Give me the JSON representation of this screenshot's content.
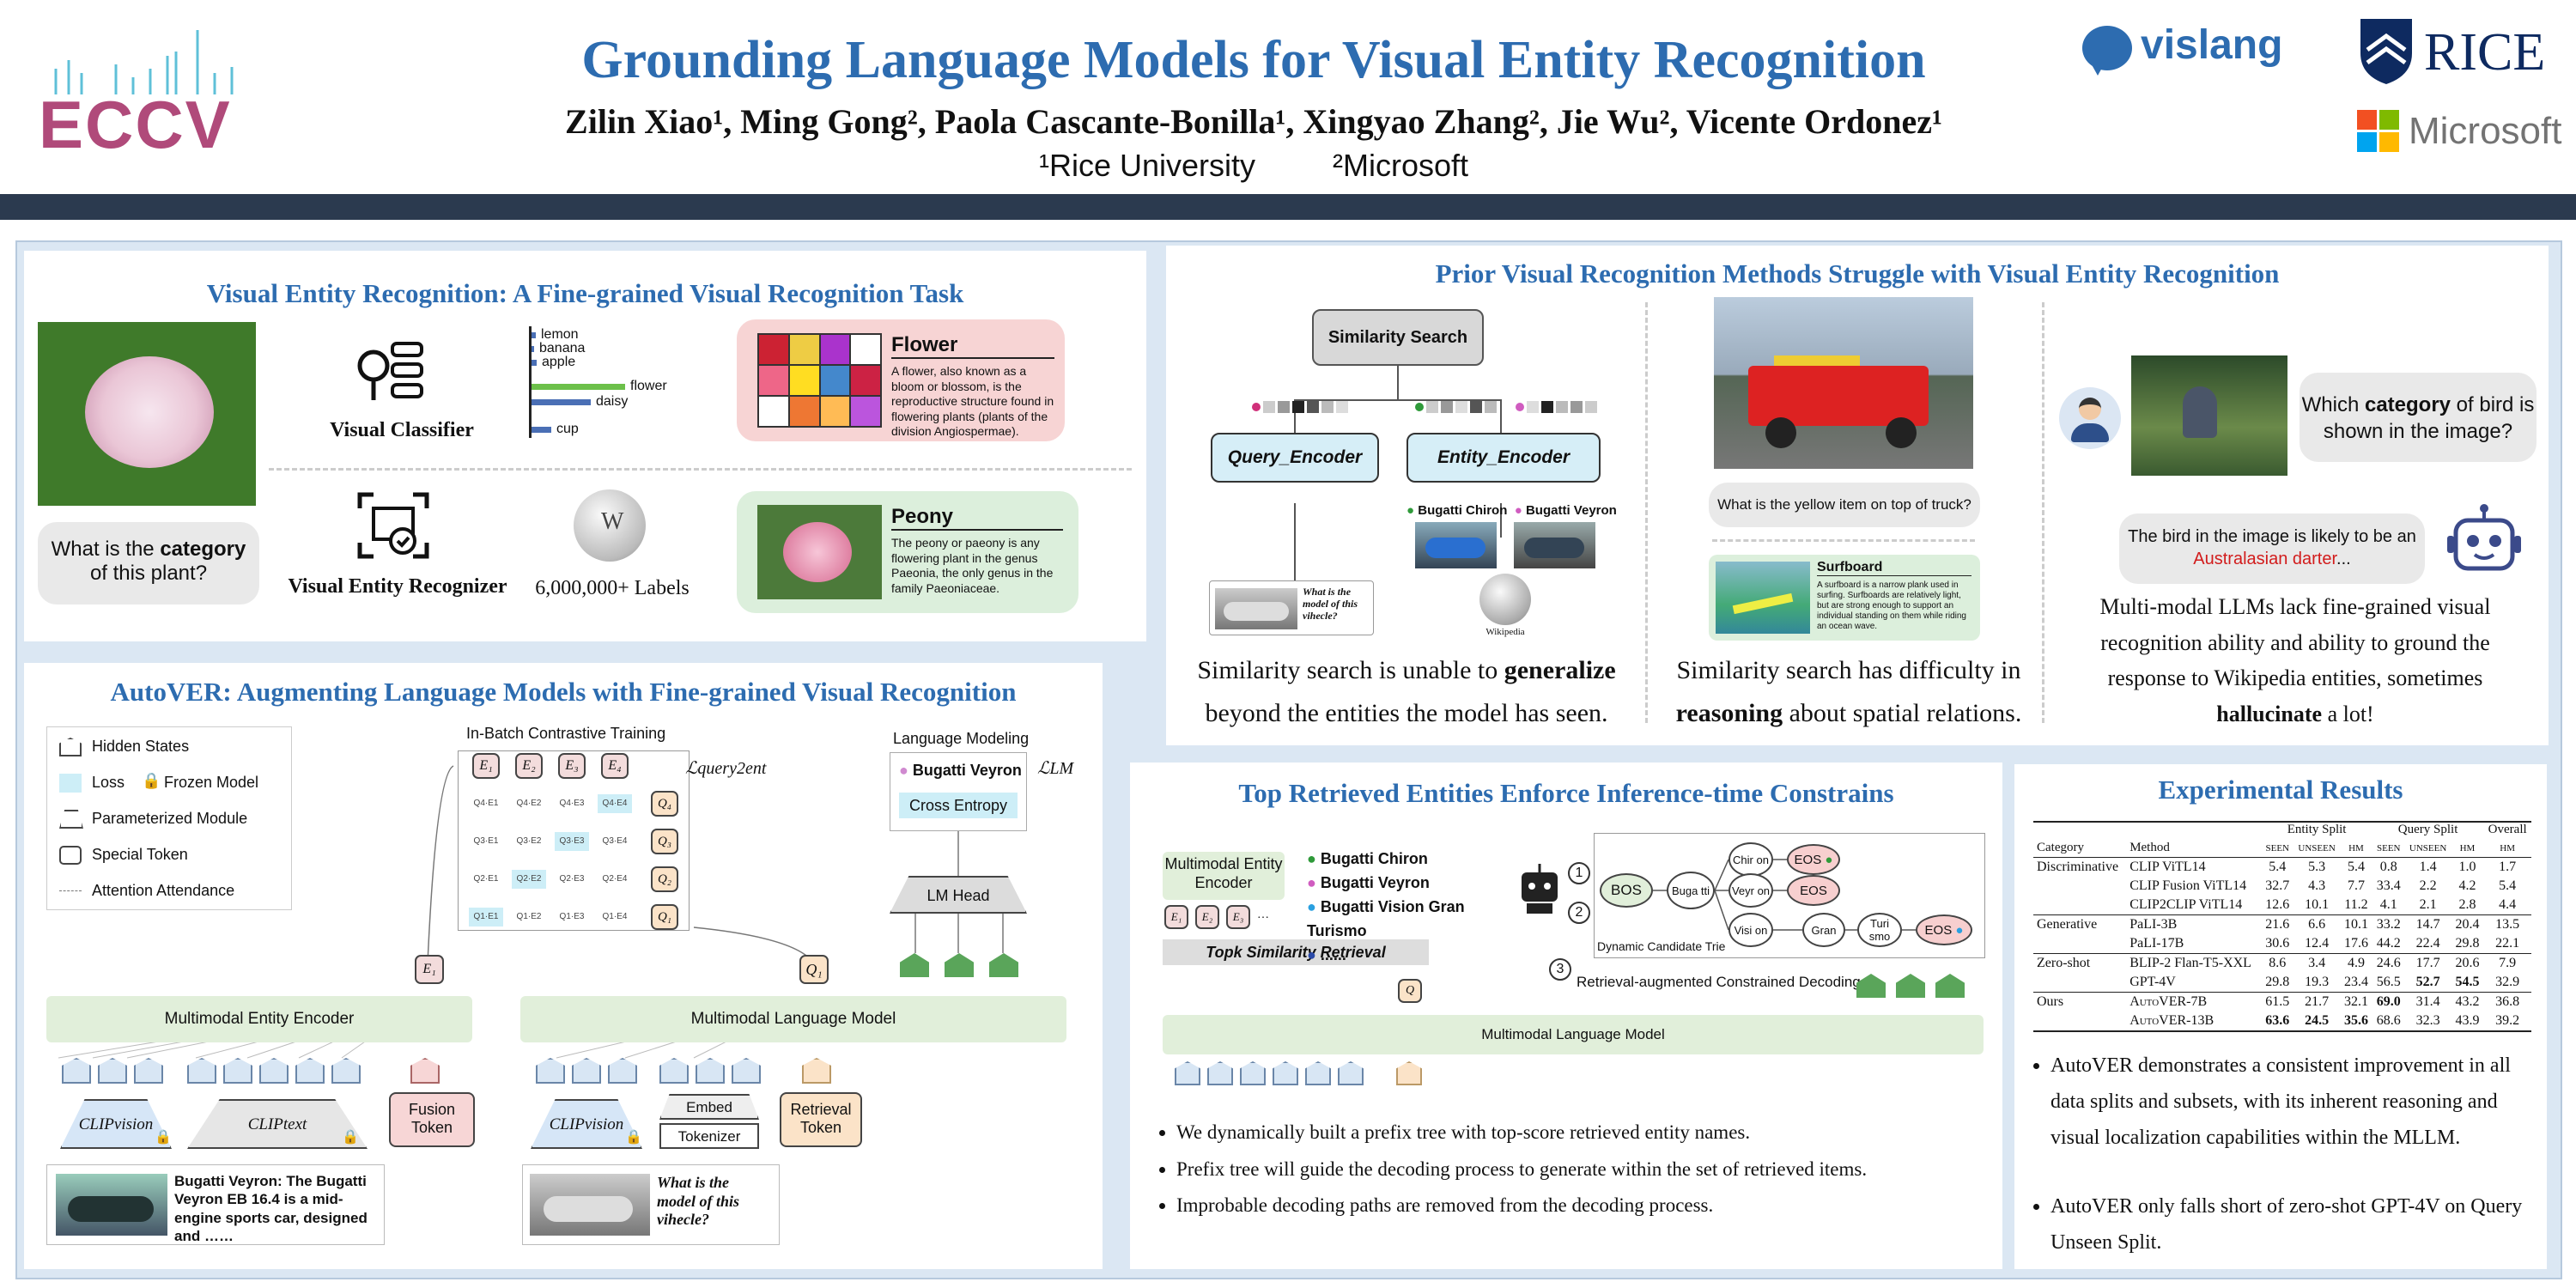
{
  "header": {
    "logo_left": "ECCV",
    "title": "Grounding Language Models for Visual Entity Recognition",
    "authors": "Zilin Xiao¹, Ming Gong², Paola Cascante-Bonilla¹, Xingyao Zhang², Jie Wu², Vicente Ordonez¹",
    "affil1": "¹Rice University",
    "affil2": "²Microsoft",
    "logo_vislang": "vislang",
    "logo_rice": "RICE",
    "logo_ms": "Microsoft"
  },
  "panel1": {
    "title": "Visual Entity Recognition: A Fine-grained Visual Recognition Task",
    "question": "What is the ",
    "question_bold": "category",
    "question_end": " of this plant?",
    "classifier": "Visual Classifier",
    "recognizer": "Visual Entity Recognizer",
    "labels": "6,000,000+ Labels",
    "bars": [
      {
        "label": "lemon",
        "v": 0.04
      },
      {
        "label": "banana",
        "v": 0.03
      },
      {
        "label": "apple",
        "v": 0.05
      },
      {
        "label": "flower",
        "v": 0.95
      },
      {
        "label": "daisy",
        "v": 0.6
      },
      {
        "label": "cup",
        "v": 0.2
      }
    ],
    "flower_title": "Flower",
    "flower_text": "A flower, also known as a bloom or blossom, is the reproductive structure found in flowering plants (plants of the division Angiospermae).",
    "peony_title": "Peony",
    "peony_text": "The peony or paeony is any flowering plant in the genus Paeonia, the only genus in the family Paeoniaceae."
  },
  "panel2": {
    "title": "Prior Visual Recognition Methods Struggle with Visual Entity Recognition",
    "sim_search": "Similarity Search",
    "query_enc": "Query_Encoder",
    "entity_enc": "Entity_Encoder",
    "car1": "Bugatti Chiron",
    "car2": "Bugatti Veyron",
    "q_text": "What is the model of this vihecle?",
    "wiki": "Wikipedia",
    "cap1a": "Similarity search is unable to ",
    "cap1b": "generalize",
    "cap1c": " beyond the entities the model has seen.",
    "truck_q": "What is the yellow item on top of truck?",
    "surf_title": "Surfboard",
    "surf_text": "A surfboard is a narrow plank used in surfing. Surfboards are relatively light, but are strong enough to support an individual standing on them while riding an ocean wave.",
    "cap2a": "Similarity search has difficulty in ",
    "cap2b": "reasoning",
    "cap2c": " about spatial relations.",
    "bird_q1": "Which ",
    "bird_q2": "category",
    "bird_q3": " of bird is shown in the image?",
    "bird_a1": "The bird in the image is likely to be an ",
    "bird_a2": "Australasian darter",
    "bird_a3": "...",
    "cap3a": "Multi-modal LLMs lack fine-grained visual recognition ability and ability to ground the response to Wikipedia entities, sometimes ",
    "cap3b": "hallucinate",
    "cap3c": " a lot!"
  },
  "panel3": {
    "title": "AutoVER: Augmenting Language Models with Fine-grained Visual Recognition",
    "legend": [
      "Hidden States",
      "Loss",
      "Frozen Model",
      "Parameterized Module",
      "Special Token",
      "Attention Attendance"
    ],
    "contrastive": "In-Batch Contrastive Training",
    "lq2e": "ℒquery2ent",
    "lm_title": "Language Modeling",
    "llm": "ℒLM",
    "bv": "Bugatti Veyron",
    "ce": "Cross Entropy",
    "lmhead": "LM Head",
    "mee": "Multimodal Entity Encoder",
    "mlm": "Multimodal Language Model",
    "clipv": "CLIPvision",
    "clipt": "CLIPtext",
    "fusion": "Fusion Token",
    "embed": "Embed",
    "tokenizer": "Tokenizer",
    "retrieval": "Retrieval Token",
    "bv_desc": "Bugatti Veyron: The Bugatti Veyron EB 16.4 is a mid-engine sports car, designed and ……",
    "q_text": "What is the model of this vihecle?"
  },
  "panel4": {
    "title": "Top Retrieved Entities Enforce Inference-time Constrains",
    "mee": "Multimodal Entity Encoder",
    "entities": [
      "Bugatti Chiron",
      "Bugatti Veyron",
      "Bugatti Vision Gran Turismo",
      "......"
    ],
    "entity_colors": [
      "#2f9a3a",
      "#d05cc0",
      "#2aa0e0",
      "#2b4aa8"
    ],
    "topk": "Topk Similarity Retrieval",
    "trie": "Dynamic Candidate Trie",
    "rcd": "Retrieval-augmented Constrained Decoding",
    "mlm": "Multimodal Language Model",
    "nodes": {
      "bos": "BOS",
      "buga": "Buga tti",
      "chir": "Chir on",
      "veyr": "Veyr on",
      "visi": "Visi on",
      "gran": "Gran",
      "turi": "Turi smo",
      "eos": "EOS"
    },
    "bullets": [
      "We dynamically built a prefix tree with top-score retrieved entity names.",
      "Prefix tree will guide the decoding process to generate within the set of retrieved items.",
      "Improbable decoding paths are removed from the decoding process."
    ]
  },
  "panel5": {
    "title": "Experimental Results",
    "groups": [
      "Entity Split",
      "Query Split",
      "Overall"
    ],
    "cols": [
      "Category",
      "Method",
      "SEEN",
      "UNSEEN",
      "HM",
      "SEEN",
      "UNSEEN",
      "HM",
      "HM"
    ],
    "rows": [
      [
        "Discriminative",
        "CLIP ViTL14",
        "5.4",
        "5.3",
        "5.4",
        "0.8",
        "1.4",
        "1.0",
        "1.7"
      ],
      [
        "",
        "CLIP Fusion ViTL14",
        "32.7",
        "4.3",
        "7.7",
        "33.4",
        "2.2",
        "4.2",
        "5.4"
      ],
      [
        "",
        "CLIP2CLIP ViTL14",
        "12.6",
        "10.1",
        "11.2",
        "4.1",
        "2.1",
        "2.8",
        "4.4"
      ],
      [
        "Generative",
        "PaLI-3B",
        "21.6",
        "6.6",
        "10.1",
        "33.2",
        "14.7",
        "20.4",
        "13.5"
      ],
      [
        "",
        "PaLI-17B",
        "30.6",
        "12.4",
        "17.6",
        "44.2",
        "22.4",
        "29.8",
        "22.1"
      ],
      [
        "Zero-shot",
        "BLIP-2 Flan-T5-XXL",
        "8.6",
        "3.4",
        "4.9",
        "24.6",
        "17.7",
        "20.6",
        "7.9"
      ],
      [
        "",
        "GPT-4V",
        "29.8",
        "19.3",
        "23.4",
        "56.5",
        "52.7",
        "54.5",
        "32.9"
      ],
      [
        "Ours",
        "AutoVER-7B",
        "61.5",
        "21.7",
        "32.1",
        "69.0",
        "31.4",
        "43.2",
        "36.8"
      ],
      [
        "",
        "AutoVER-13B",
        "63.6",
        "24.5",
        "35.6",
        "68.6",
        "32.3",
        "43.9",
        "39.2"
      ]
    ],
    "bullets": [
      "AutoVER demonstrates a consistent improvement in all data splits and subsets, with its inherent reasoning and visual localization capabilities within the MLLM.",
      "AutoVER only falls short of zero-shot GPT-4V on Query Unseen Split."
    ]
  }
}
